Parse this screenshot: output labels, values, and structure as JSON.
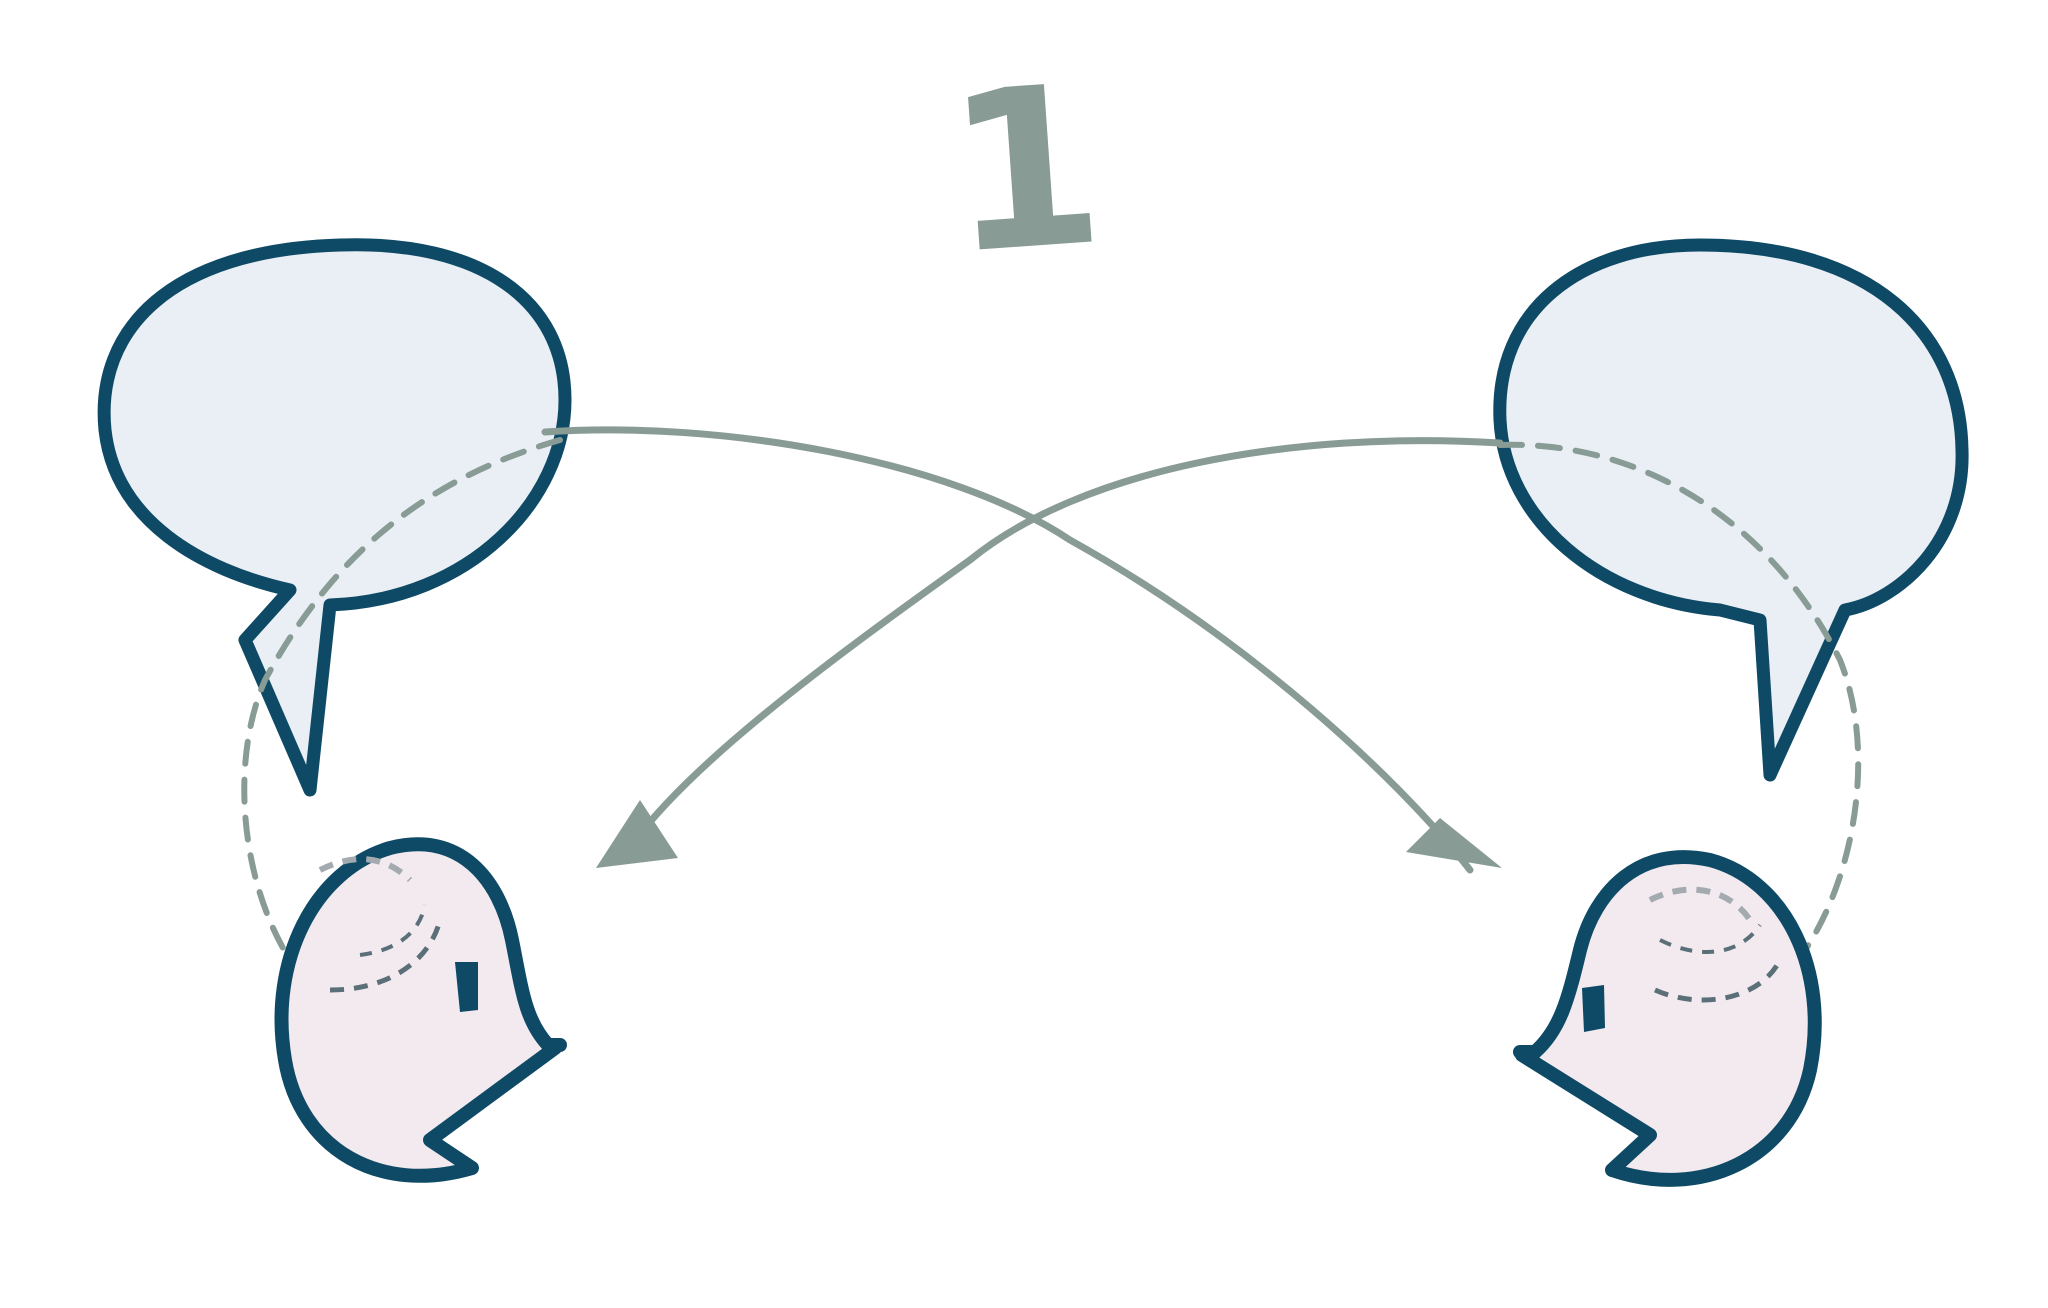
{
  "diagram": {
    "step_label": "1",
    "colors": {
      "outline": "#0e4a66",
      "bubble_fill": "#e9eff4",
      "head_fill": "#f2eaee",
      "arrow": "#889b95",
      "background": "#ffffff"
    },
    "nodes": [
      {
        "name": "left-speaker",
        "icon": "person-head-icon",
        "facing": "right"
      },
      {
        "name": "right-speaker",
        "icon": "person-head-icon",
        "facing": "left"
      },
      {
        "name": "left-speech-bubble",
        "icon": "speech-bubble-icon",
        "belongs_to": "left-speaker"
      },
      {
        "name": "right-speech-bubble",
        "icon": "speech-bubble-icon",
        "belongs_to": "right-speaker"
      }
    ],
    "edges": [
      {
        "from": "left-speech-bubble",
        "to": "right-speaker",
        "style": "solid-arrow"
      },
      {
        "from": "right-speech-bubble",
        "to": "left-speaker",
        "style": "solid-arrow"
      },
      {
        "from": "left-speaker",
        "to": "left-speech-bubble",
        "style": "dashed"
      },
      {
        "from": "right-speaker",
        "to": "right-speech-bubble",
        "style": "dashed"
      }
    ]
  }
}
